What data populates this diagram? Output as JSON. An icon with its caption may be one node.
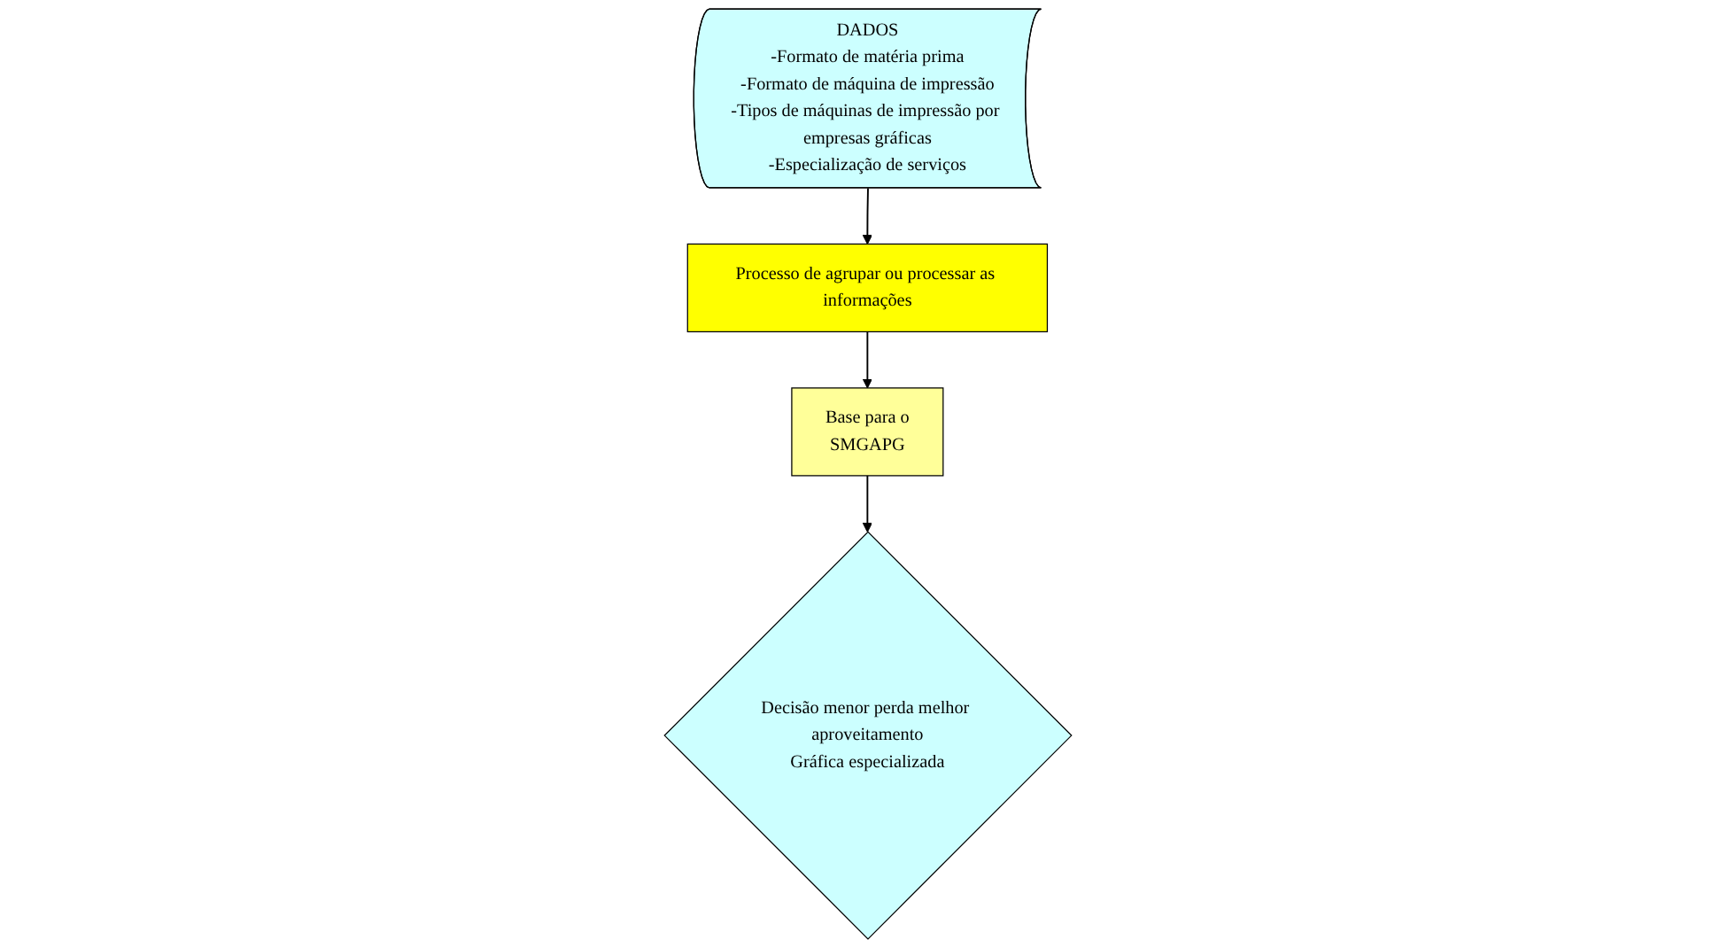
{
  "diagram": {
    "nodes": [
      {
        "text": [
          "DADOS",
          "-Formato de matéria prima",
          "-Formato de máquina de impressão",
          "-Tipos de máquinas de impressão por empresas gráficas",
          "-Especialização de serviços"
        ]
      },
      {
        "text": [
          "Processo de agrupar ou processar as informações"
        ]
      },
      {
        "text": [
          "Base para o",
          "SMGAPG"
        ]
      },
      {
        "text": [
          "Decisão menor perda melhor aproveitamento",
          "Gráfica especializada"
        ]
      }
    ],
    "edges": [
      {
        "from": 0,
        "to": 1,
        "arrow": "to"
      },
      {
        "from": 1,
        "to": 2,
        "arrow": "to"
      },
      {
        "from": 2,
        "to": 3,
        "arrow": "to"
      }
    ]
  }
}
